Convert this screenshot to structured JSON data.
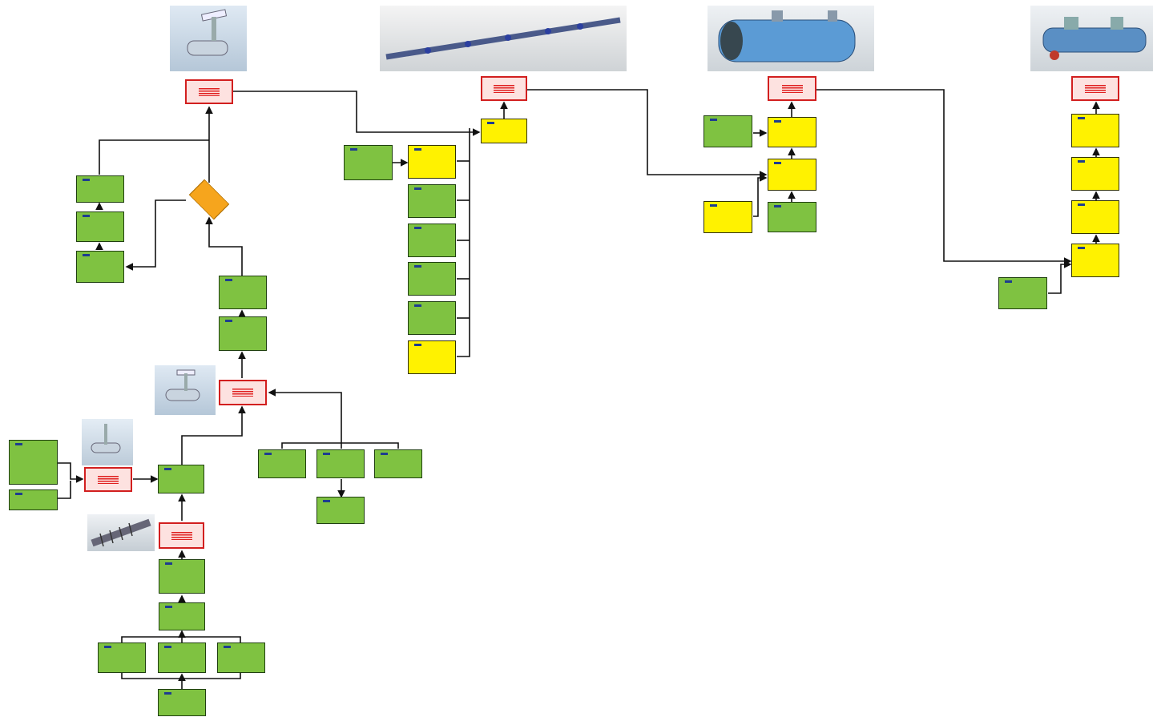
{
  "diagram": {
    "decision": {
      "label": ""
    },
    "colors": {
      "task_green": "#7fc241",
      "task_yellow": "#fff200",
      "milestone_red": "#d21f1f",
      "decision_orange": "#f6a51d",
      "connector": "#111111"
    },
    "icons": [
      "crane-assembly-image",
      "long-shaft-image",
      "pressure-vessel-image",
      "heat-exchanger-image",
      "screw-conveyor-image"
    ]
  }
}
